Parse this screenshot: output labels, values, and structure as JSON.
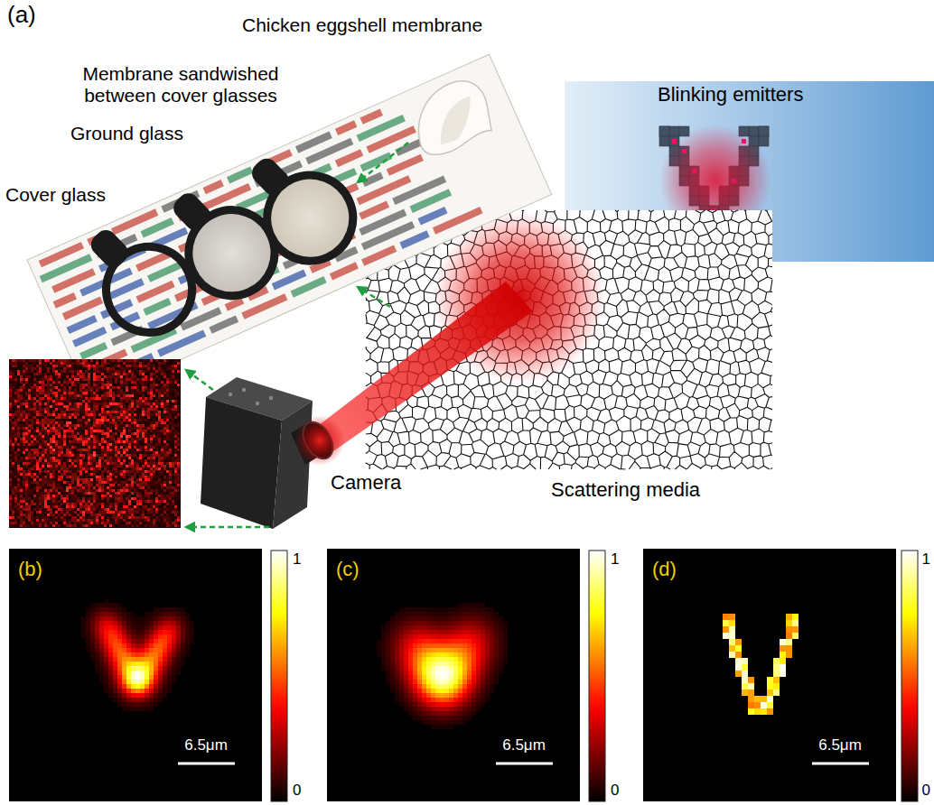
{
  "diagram": {
    "labels": [
      "(a)",
      "Chicken eggshell membrane",
      "Membrane sandwished between cover glasses",
      "Ground glass",
      "Cover glass",
      "Blinking emitters",
      "Scattering media",
      "Camera",
      "(b)",
      "1",
      "0",
      "6.5μm",
      "(c)",
      "1",
      "0",
      "6.5μm",
      "(d)",
      "1",
      "0",
      "6.5μm"
    ]
  }
}
